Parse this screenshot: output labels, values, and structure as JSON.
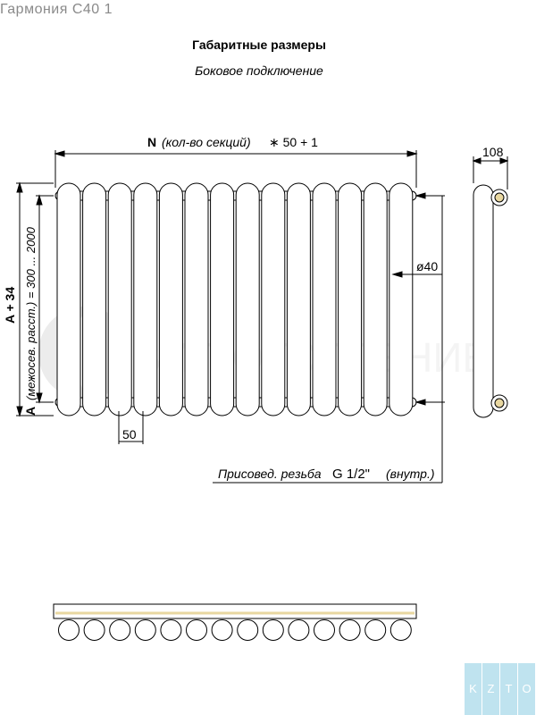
{
  "header": {
    "model_name": "Гармония С40 1",
    "title": "Габаритные размеры",
    "subtitle": "Боковое подключение"
  },
  "dimensions": {
    "width_label_n": "N",
    "width_label_rest": "(кол-во секций)",
    "width_formula": "∗ 50 + 1",
    "depth": "108",
    "pipe_diameter": "ø40",
    "section_pitch": "50",
    "height_total": "A + 34",
    "height_a": "A",
    "height_range": "(межосев. расст.) = 300 ... 2000",
    "thread_prefix": "Присовед. резьба",
    "thread_size": "G 1/2\"",
    "thread_suffix": "(внутр.)"
  },
  "watermark": {
    "text": "ВИП ОТОПЛЕНИЕ"
  },
  "corner_badge": {
    "letters": [
      "K",
      "Z",
      "T",
      "O"
    ],
    "color": "#bfe3ef"
  },
  "drawing": {
    "section_count": 14
  }
}
